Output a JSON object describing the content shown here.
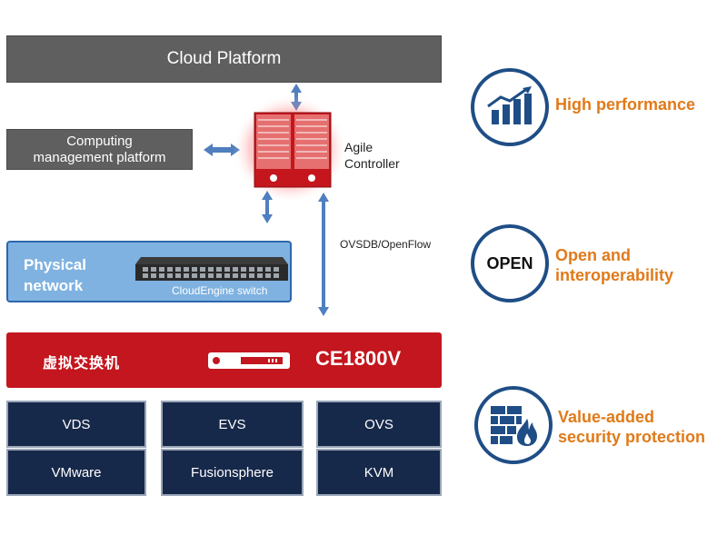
{
  "left": {
    "cloud_platform": "Cloud Platform",
    "computing_platform": "Computing\nmanagement platform",
    "agile_controller": "Agile\nController",
    "ovsdb_label": "OVSDB/OpenFlow",
    "physical_network": "Physical\nnetwork",
    "cloudengine_switch": "CloudEngine switch",
    "vswitch_zh": "虚拟交换机",
    "ce1800v": "CE1800V",
    "row1": [
      "VDS",
      "EVS",
      "OVS"
    ],
    "row2": [
      "VMware",
      "Fusionsphere",
      "KVM"
    ]
  },
  "features": [
    {
      "icon": "chart-icon",
      "label": "High performance"
    },
    {
      "icon": "open-icon",
      "label": "Open and\ninteroperability",
      "badge": "OPEN"
    },
    {
      "icon": "firewall-icon",
      "label": "Value-added\nsecurity protection"
    }
  ],
  "colors": {
    "accent_orange": "#e07a1a",
    "navy": "#1f4e86",
    "red": "#c3161e",
    "cell_bg": "#17294a",
    "gray": "#5f5f5f",
    "blue_panel": "#7fb2e0"
  }
}
